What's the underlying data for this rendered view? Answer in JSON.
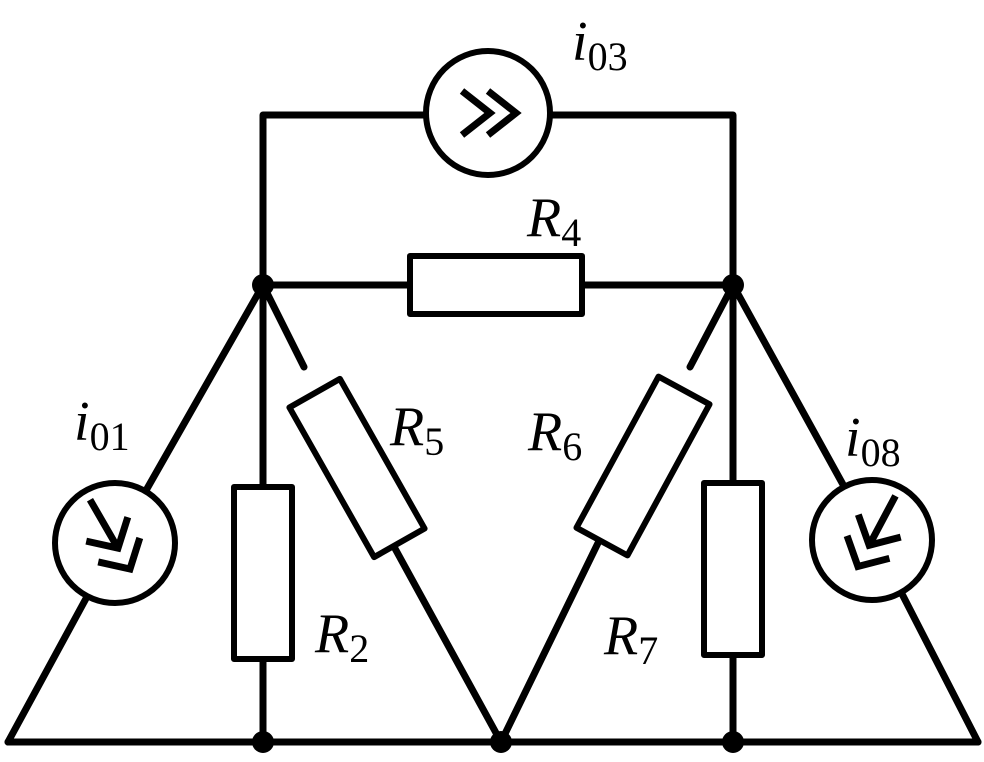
{
  "diagram": {
    "components": [
      {
        "id": "i01",
        "kind": "current-source",
        "symbol": "i",
        "subscript": "01"
      },
      {
        "id": "i03",
        "kind": "current-source",
        "symbol": "i",
        "subscript": "03"
      },
      {
        "id": "i08",
        "kind": "current-source",
        "symbol": "i",
        "subscript": "08"
      },
      {
        "id": "R2",
        "kind": "resistor",
        "symbol": "R",
        "subscript": "2"
      },
      {
        "id": "R4",
        "kind": "resistor",
        "symbol": "R",
        "subscript": "4"
      },
      {
        "id": "R5",
        "kind": "resistor",
        "symbol": "R",
        "subscript": "5"
      },
      {
        "id": "R6",
        "kind": "resistor",
        "symbol": "R",
        "subscript": "6"
      },
      {
        "id": "R7",
        "kind": "resistor",
        "symbol": "R",
        "subscript": "7"
      }
    ],
    "colors": {
      "stroke": "#000000",
      "background": "#ffffff"
    }
  }
}
